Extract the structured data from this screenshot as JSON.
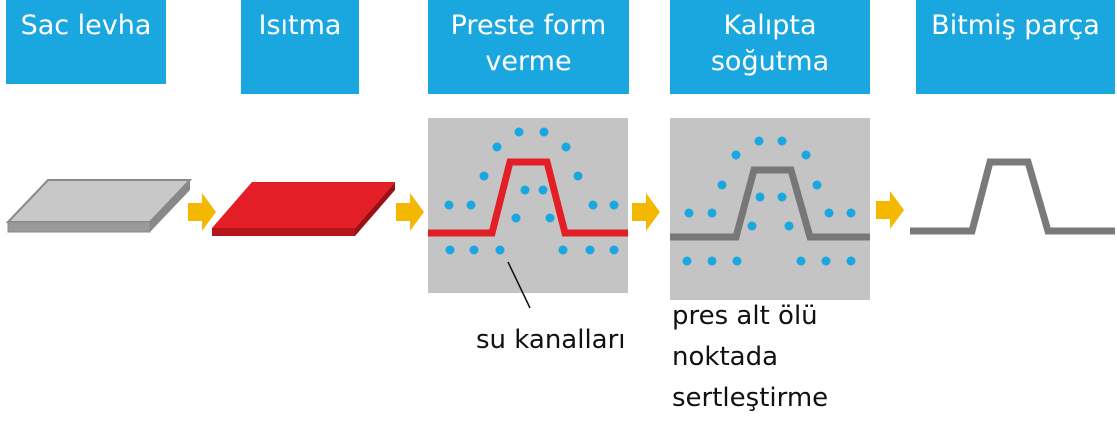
{
  "steps": [
    {
      "label": "Sac levha"
    },
    {
      "label": "Isıtma"
    },
    {
      "label": "Preste form verme"
    },
    {
      "label": "Kalıpta soğutma"
    },
    {
      "label": "Bitmiş parça"
    }
  ],
  "annotations": {
    "water_channels": "su kanalları",
    "hardening_lines": [
      "pres alt ölü",
      "noktada",
      "sertleştirme"
    ]
  },
  "colors": {
    "label_bg": "#1aa7e0",
    "arrow": "#f5b800",
    "heated_sheet": "#e41e26",
    "formed_part": "#7a7a7a",
    "die_box": "#c4c4c4",
    "water_dot": "#1aa7e0"
  }
}
